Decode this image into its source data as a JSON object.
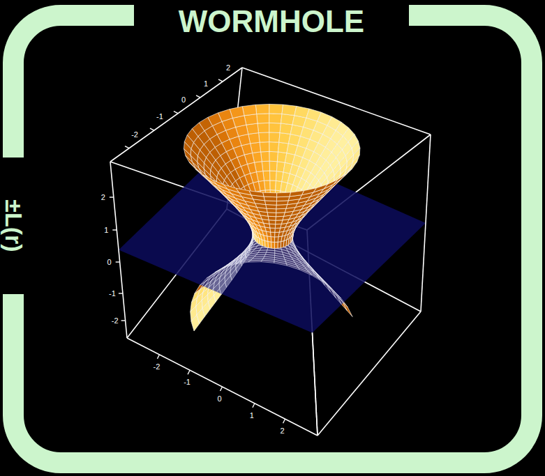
{
  "diagram": {
    "title": "WORMHOLE",
    "labels": [
      "±L(r)",
      "-2",
      "-1",
      "0",
      "1",
      "2",
      "2",
      "1",
      "0",
      "-1",
      "-2",
      "-2",
      "-1",
      "0",
      "1",
      "2"
    ]
  }
}
